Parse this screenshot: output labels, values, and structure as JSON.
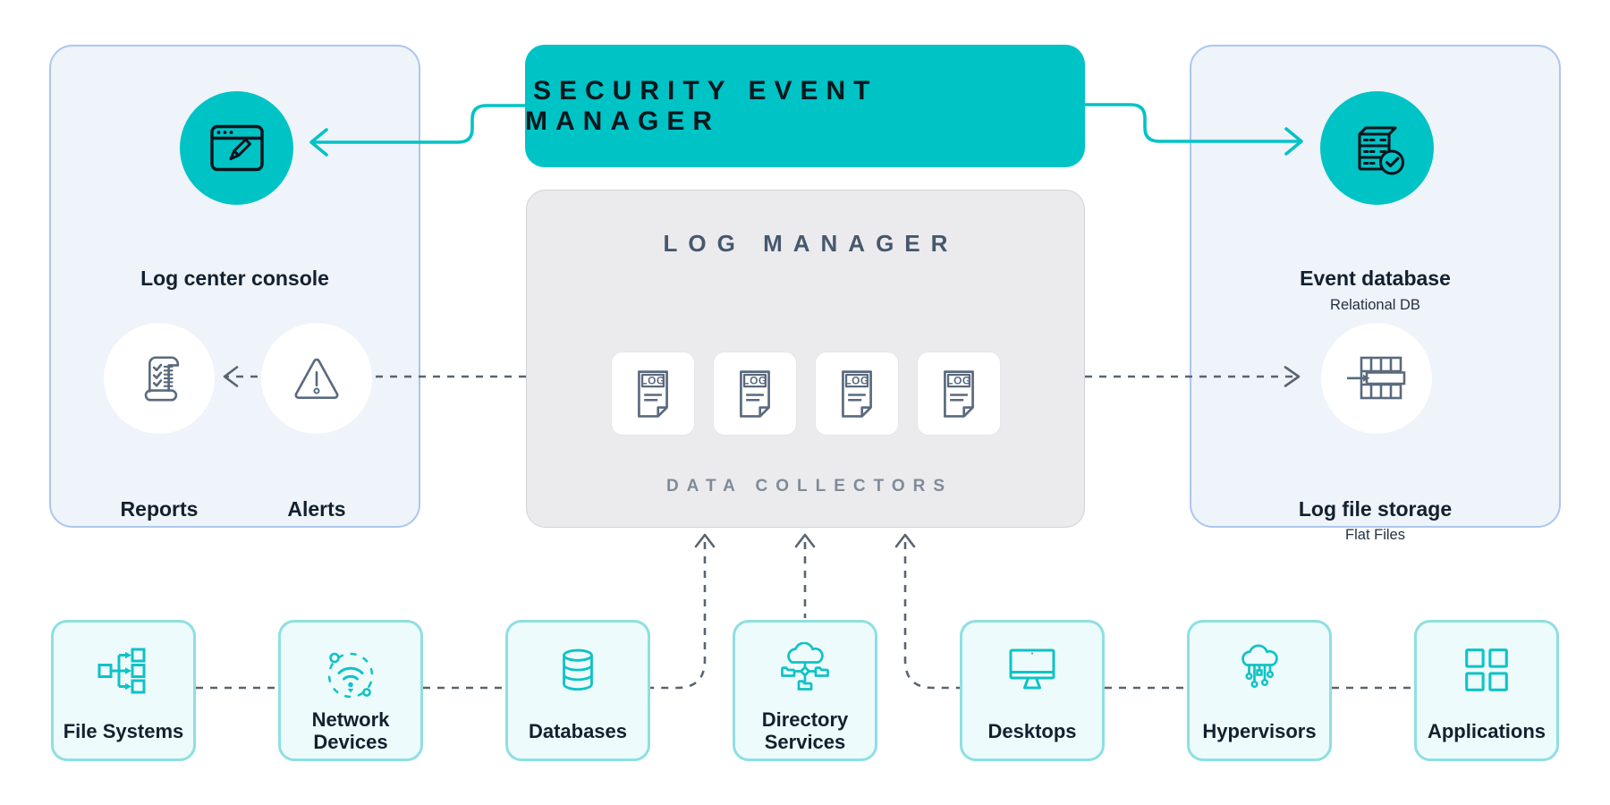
{
  "banner": {
    "title": "SECURITY EVENT MANAGER"
  },
  "console_panel": {
    "console_label": "Log center console",
    "reports_label": "Reports",
    "alerts_label": "Alerts",
    "icons": [
      "browser-edit-icon",
      "report-scroll-icon",
      "warning-triangle-icon"
    ]
  },
  "log_manager": {
    "title": "LOG MANAGER",
    "collectors_label": "DATA COLLECTORS",
    "log_label": "LOG",
    "log_file_count": 4,
    "icon": "log-file-icon"
  },
  "storage_panel": {
    "event_db_label": "Event database",
    "event_db_sublabel": "Relational DB",
    "event_db_icon": "database-server-check-icon",
    "storage_label": "Log file storage",
    "storage_sublabel": "Flat Files",
    "storage_icon": "flat-file-grid-icon"
  },
  "sources": [
    {
      "label": "File Systems",
      "icon": "file-tree-icon"
    },
    {
      "label": "Network Devices",
      "icon": "wifi-network-icon"
    },
    {
      "label": "Databases",
      "icon": "database-cylinder-icon"
    },
    {
      "label": "Directory Services",
      "icon": "cloud-directory-icon"
    },
    {
      "label": "Desktops",
      "icon": "monitor-icon"
    },
    {
      "label": "Hypervisors",
      "icon": "cloud-circuit-icon"
    },
    {
      "label": "Applications",
      "icon": "app-grid-icon"
    }
  ],
  "colors": {
    "accent_teal": "#00c3c6",
    "panel_bg": "#eff3fa",
    "panel_border": "#abc7ee",
    "log_manager_bg": "#ebebed",
    "source_bg": "#edfbfc",
    "source_border": "#8edfe2",
    "slate_icon": "#5a6a7e",
    "dashed_line": "#59646f",
    "dark_text": "#13202e"
  }
}
